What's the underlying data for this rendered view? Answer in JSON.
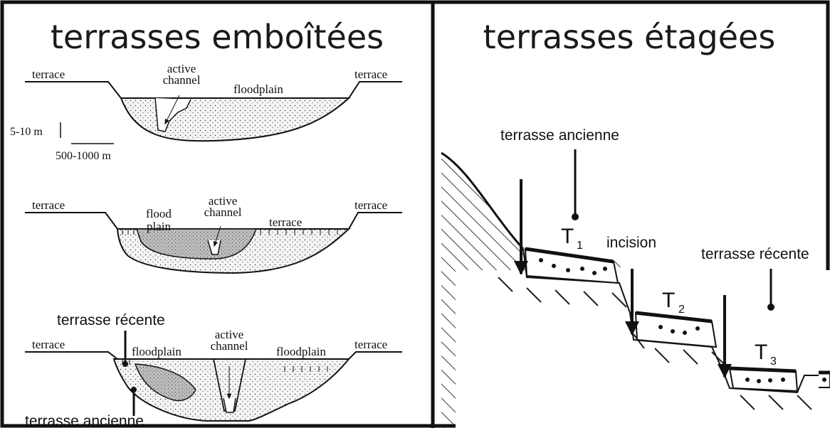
{
  "left_panel": {
    "title": "terrasses emboîtées",
    "diagram1": {
      "terrace_left": "terrace",
      "terrace_right": "terrace",
      "active_channel_line1": "active",
      "active_channel_line2": "channel",
      "floodplain": "floodplain",
      "vertical_scale": "5-10 m",
      "horizontal_scale": "500-1000 m"
    },
    "diagram2": {
      "terrace_left": "terrace",
      "terrace_right": "terrace",
      "terrace_middle": "terrace",
      "flood_line1": "flood",
      "flood_line2": "plain",
      "active_channel_line1": "active",
      "active_channel_line2": "channel"
    },
    "diagram3": {
      "terrace_left": "terrace",
      "terrace_right": "terrace",
      "floodplain_left": "floodplain",
      "floodplain_right": "floodplain",
      "active_channel_line1": "active",
      "active_channel_line2": "channel",
      "terrasse_recente": "terrasse récente",
      "terrasse_ancienne": "terrasse ancienne"
    }
  },
  "right_panel": {
    "title": "terrasses étagées",
    "label_ancienne": "terrasse ancienne",
    "label_incision": "incision",
    "label_recente": "terrasse récente",
    "t1": "T",
    "t1_sub": "1",
    "t2": "T",
    "t2_sub": "2",
    "t3": "T",
    "t3_sub": "3"
  }
}
